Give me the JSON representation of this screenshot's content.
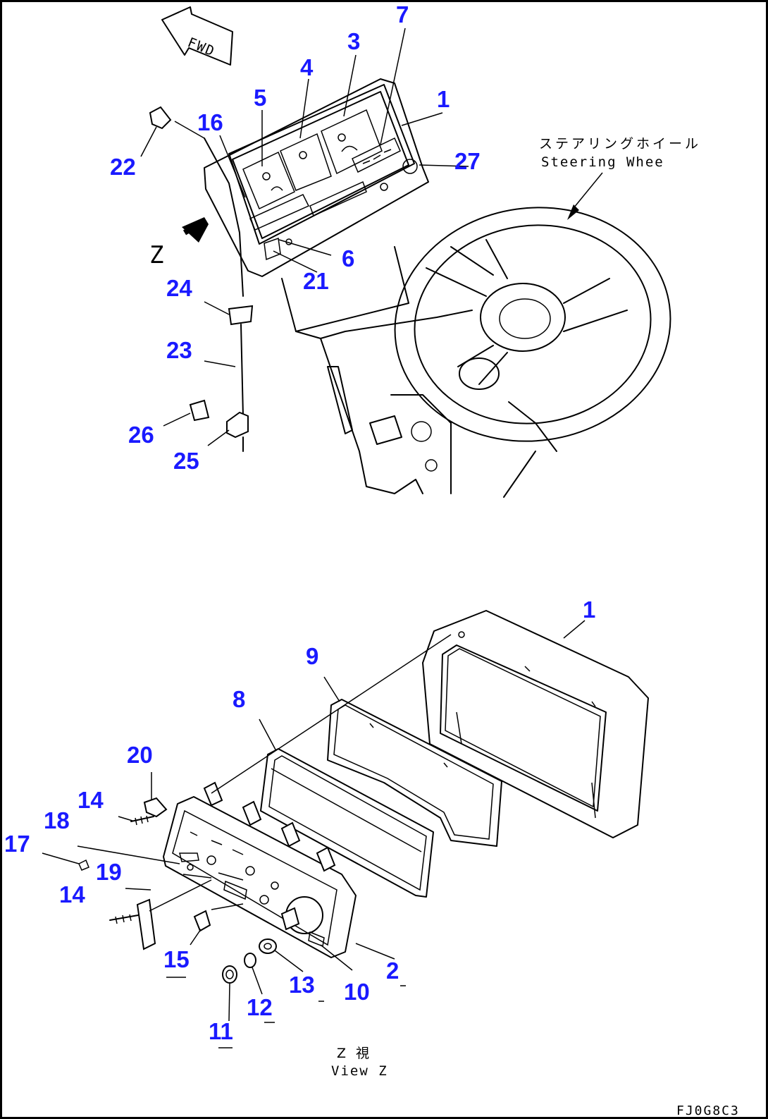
{
  "labels": {
    "fwd": "FWD",
    "steering_jp": "ステアリングホイール",
    "steering_en": "Steering Whee",
    "view_letter": "Z",
    "view_jp": "Z 視",
    "view_en": "View Z",
    "drawing_code": "FJ0G8C3"
  },
  "callouts": {
    "c1_top": "1",
    "c3": "3",
    "c4": "4",
    "c5": "5",
    "c6": "6",
    "c7": "7",
    "c16": "16",
    "c21": "21",
    "c22": "22",
    "c23": "23",
    "c24": "24",
    "c25": "25",
    "c26": "26",
    "c27": "27",
    "c1_bottom": "1",
    "c2": "2",
    "c8": "8",
    "c9": "9",
    "c10": "10",
    "c11": "11",
    "c12": "12",
    "c13": "13",
    "c14a": "14",
    "c14b": "14",
    "c15": "15",
    "c17": "17",
    "c18": "18",
    "c19": "19",
    "c20": "20"
  }
}
